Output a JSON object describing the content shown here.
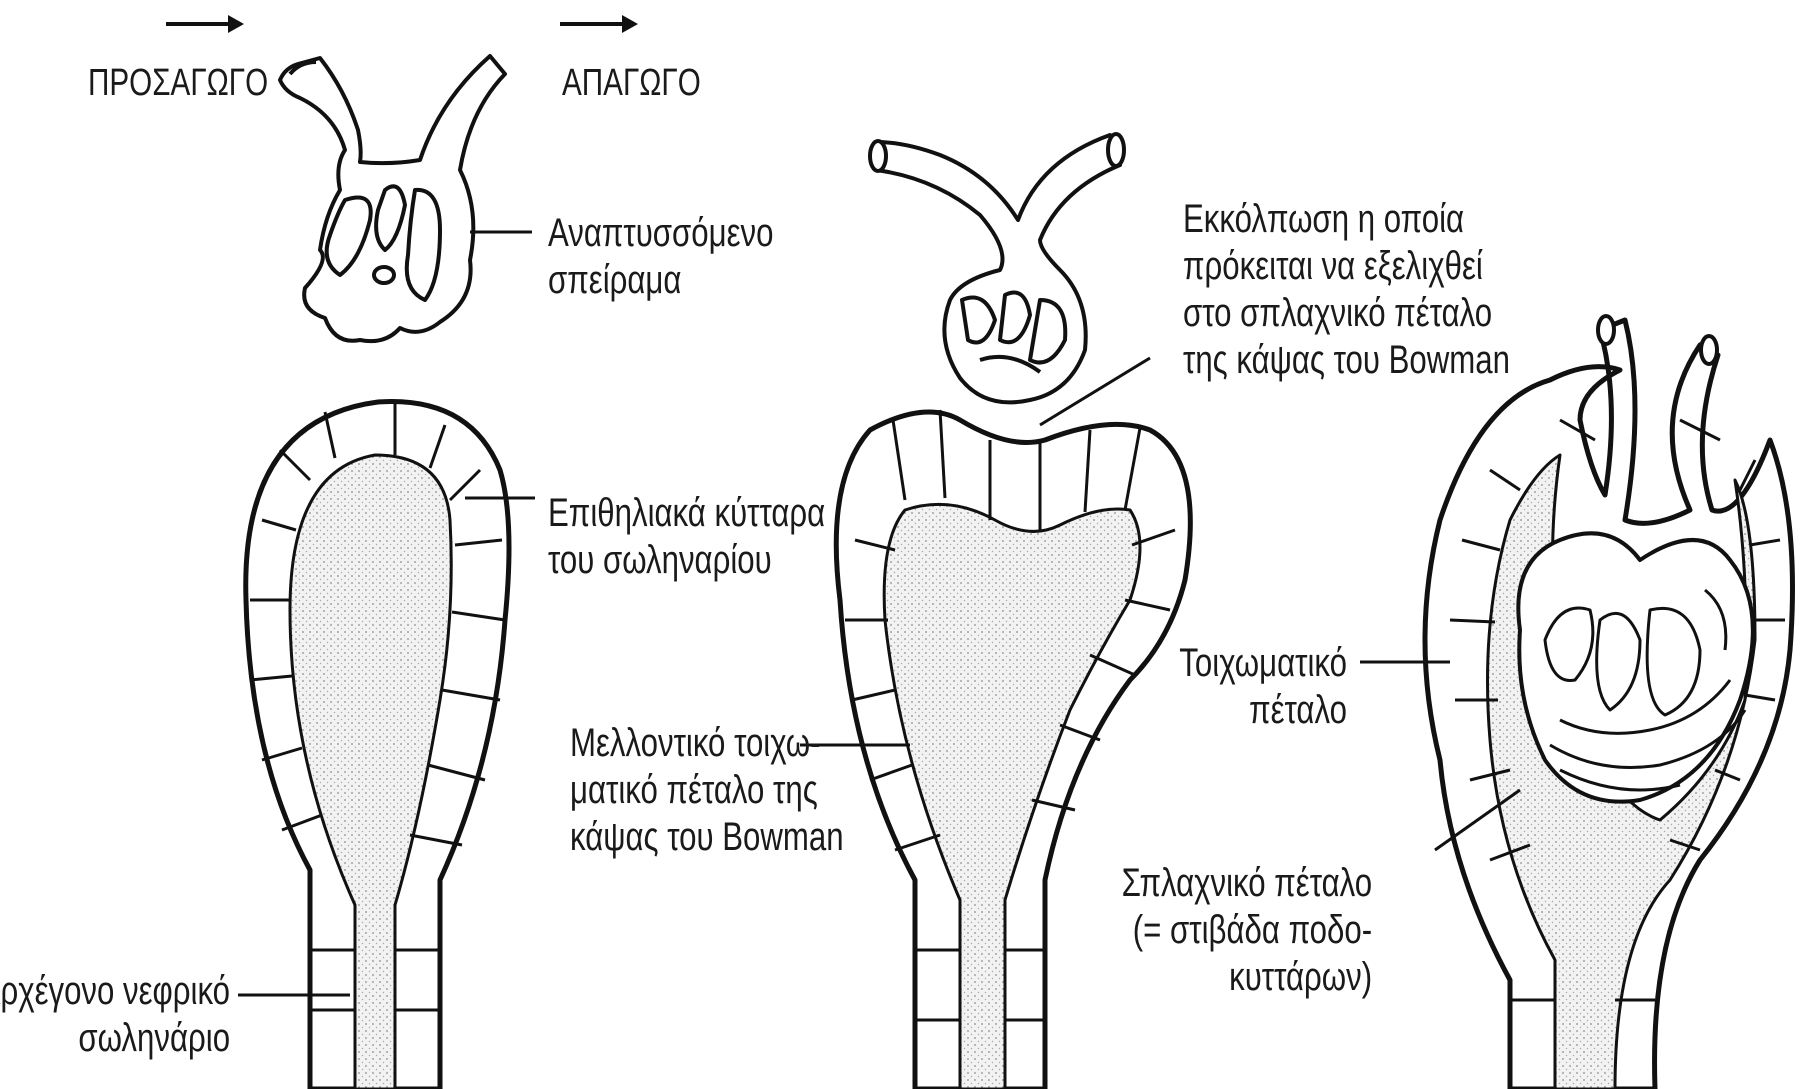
{
  "labels": {
    "afferent": "ΠΡΟΣΑΓΩΓΟ",
    "efferent": "ΑΠΑΓΩΓΟ",
    "developing_glomerulus": [
      "Αναπτυσσόμενο",
      "σπείραμα"
    ],
    "epithelial_cells": [
      "Επιθηλιακά κύτταρα",
      "του σωληναρίου"
    ],
    "primitive_tubule": [
      "Αρχέγονο νεφρικό",
      "σωληνάριο"
    ],
    "invagination": [
      "Εκκόλπωση η οποία",
      "πρόκειται να εξελιχθεί",
      "στο σπλαχνικό πέταλο",
      "της κάψας του Bowman"
    ],
    "future_parietal": [
      "Μελλοντικό τοιχω-",
      "ματικό πέταλο της",
      "κάψας του Bowman"
    ],
    "parietal": [
      "Τοιχωματικό",
      "πέταλο"
    ],
    "visceral": [
      "Σπλαχνικό πέταλο",
      "(= στιβάδα ποδο-",
      "κυττάρων)"
    ]
  },
  "colors": {
    "line": "#111111",
    "stipple": "#9a9a9a",
    "background": "#ffffff"
  }
}
